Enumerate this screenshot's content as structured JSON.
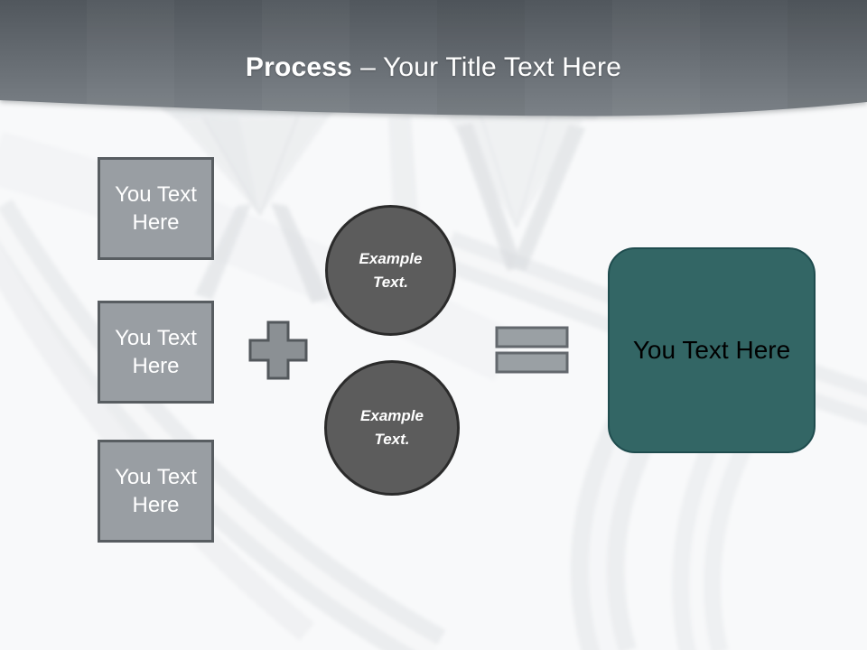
{
  "header": {
    "title_emphasis": "Process",
    "title_rest": "– Your Title Text Here"
  },
  "diagram": {
    "input_boxes": [
      {
        "label": "You Text Here"
      },
      {
        "label": "You Text Here"
      },
      {
        "label": "You Text Here"
      }
    ],
    "operators": {
      "plus": "plus-sign",
      "equals": "equals-sign"
    },
    "example_circles": [
      {
        "label": "Example Text."
      },
      {
        "label": "Example Text."
      }
    ],
    "result_box": {
      "label": "You Text Here"
    }
  },
  "background": {
    "description_icon": "diamond-rings-photo"
  },
  "colors": {
    "header_gradient_top": "#51575d",
    "header_gradient_bottom": "#7b8187",
    "title_text": "#ffffff",
    "input_box_fill": "#999ea3",
    "input_box_border": "#585d61",
    "input_box_text": "#ffffff",
    "operator_fill": "#8b9094",
    "operator_border": "#53585c",
    "circle_fill": "#5c5c5c",
    "circle_border": "#2b2b2b",
    "circle_text": "#ffffff",
    "result_fill": "#336665",
    "result_border": "#1f4c4e",
    "result_text": "#000000",
    "page_background": "#f8f9fa"
  }
}
